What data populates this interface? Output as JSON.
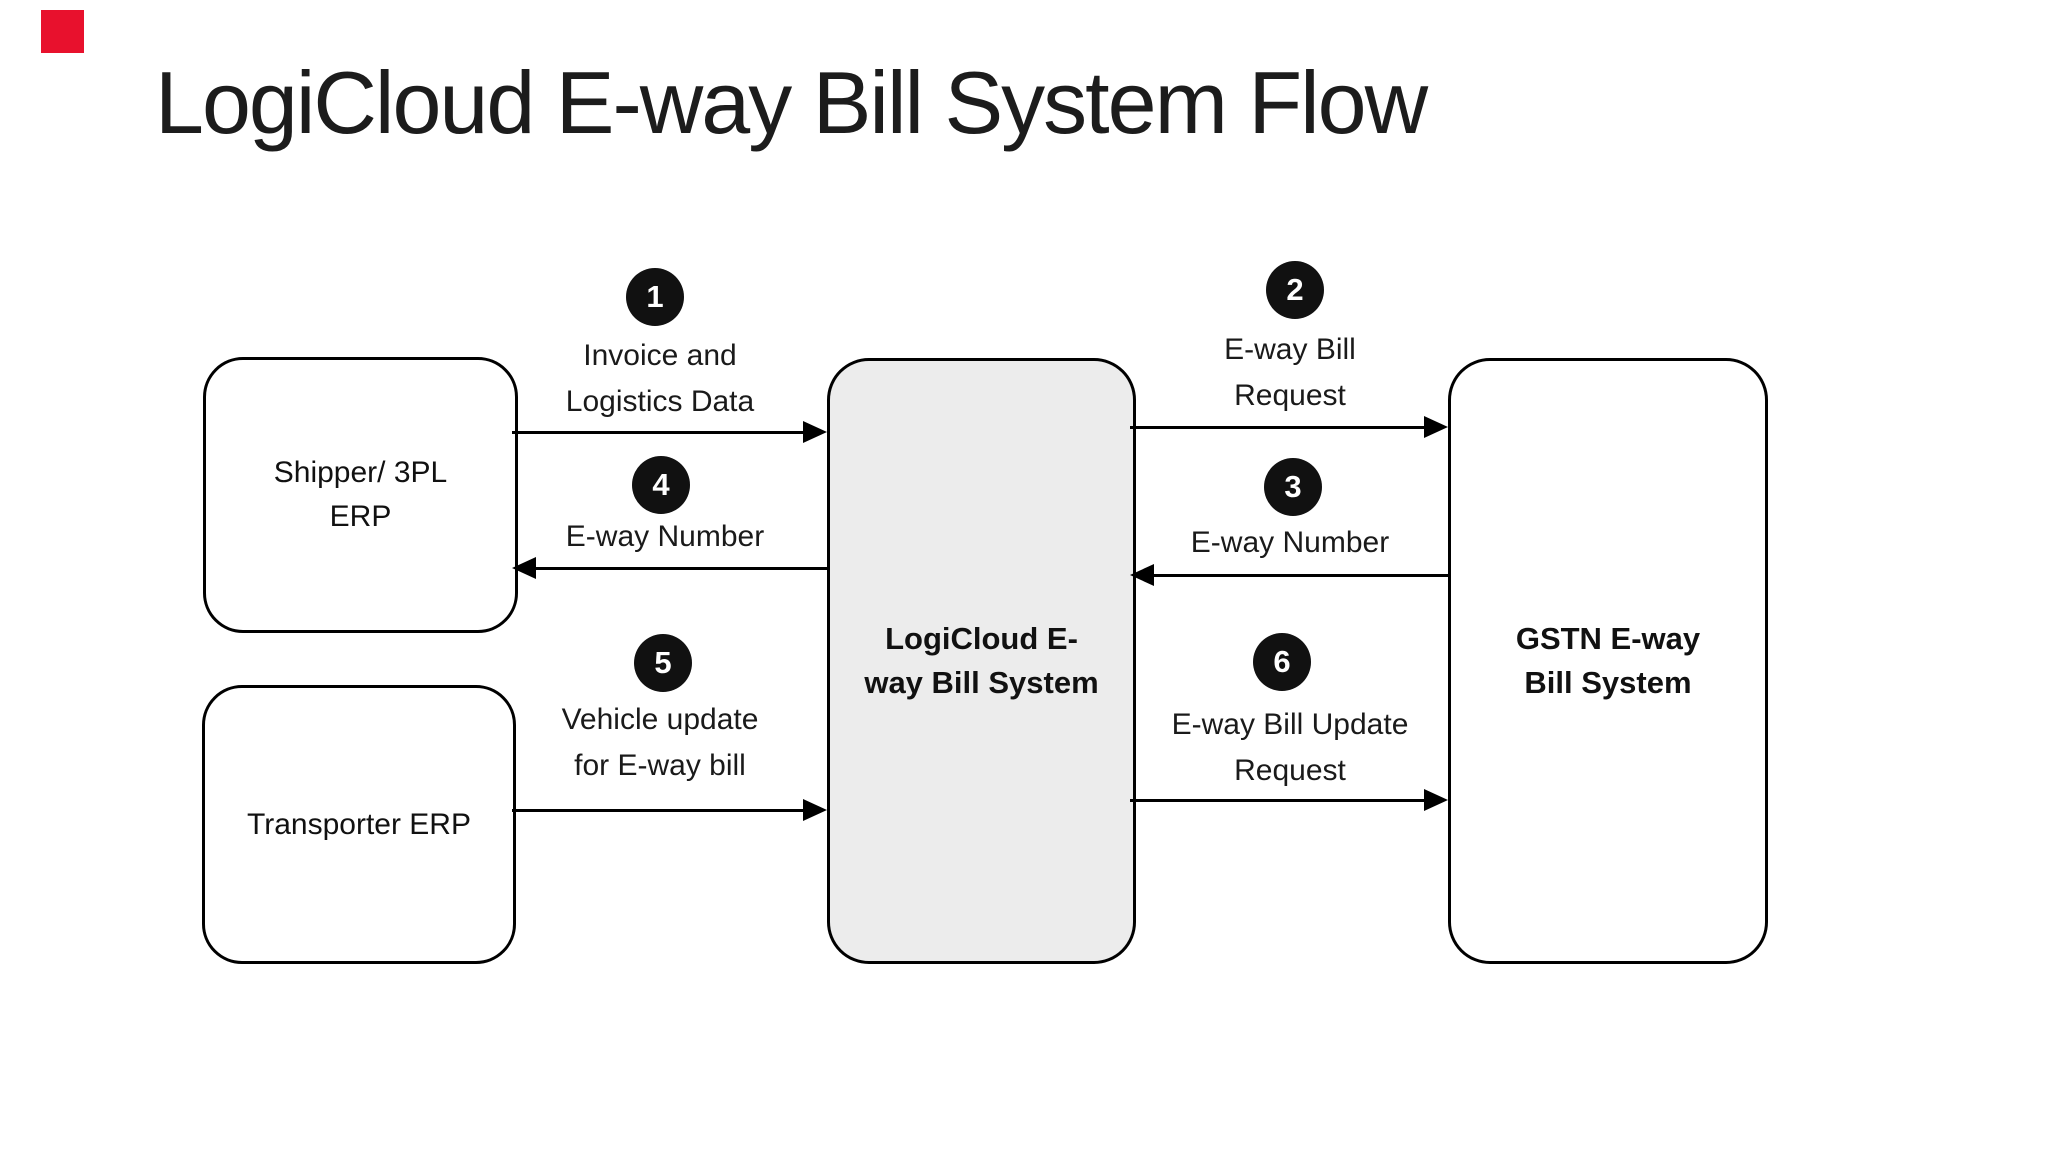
{
  "title": "LogiCloud E-way Bill System Flow",
  "colors": {
    "stroke": "#000000",
    "center_box_fill": "#ececec",
    "badge_bg": "#111111",
    "badge_text": "#ffffff",
    "red_marker": "#e8112d"
  },
  "nodes": {
    "shipper": {
      "lines": [
        "Shipper/ 3PL",
        "ERP"
      ]
    },
    "transporter": {
      "label": "Transporter ERP"
    },
    "logicloud": {
      "lines": [
        "LogiCloud E-",
        "way Bill System"
      ]
    },
    "gstn": {
      "lines": [
        "GSTN E-way",
        "Bill System"
      ]
    }
  },
  "flows": [
    {
      "step": "1",
      "lines": [
        "Invoice and",
        "Logistics Data"
      ],
      "from": "Shipper/ 3PL ERP",
      "to": "LogiCloud E-way Bill System",
      "direction": "right"
    },
    {
      "step": "2",
      "lines": [
        "E-way Bill",
        "Request"
      ],
      "from": "LogiCloud E-way Bill System",
      "to": "GSTN E-way Bill System",
      "direction": "right"
    },
    {
      "step": "3",
      "lines": [
        "E-way Number"
      ],
      "from": "GSTN E-way Bill System",
      "to": "LogiCloud E-way Bill System",
      "direction": "left"
    },
    {
      "step": "4",
      "lines": [
        "E-way Number"
      ],
      "from": "LogiCloud E-way Bill System",
      "to": "Shipper/ 3PL ERP",
      "direction": "left"
    },
    {
      "step": "5",
      "lines": [
        "Vehicle update",
        "for E-way bill"
      ],
      "from": "Transporter ERP",
      "to": "LogiCloud E-way Bill System",
      "direction": "right"
    },
    {
      "step": "6",
      "lines": [
        "E-way Bill Update",
        "Request"
      ],
      "from": "LogiCloud E-way Bill System",
      "to": "GSTN E-way Bill System",
      "direction": "right"
    }
  ]
}
